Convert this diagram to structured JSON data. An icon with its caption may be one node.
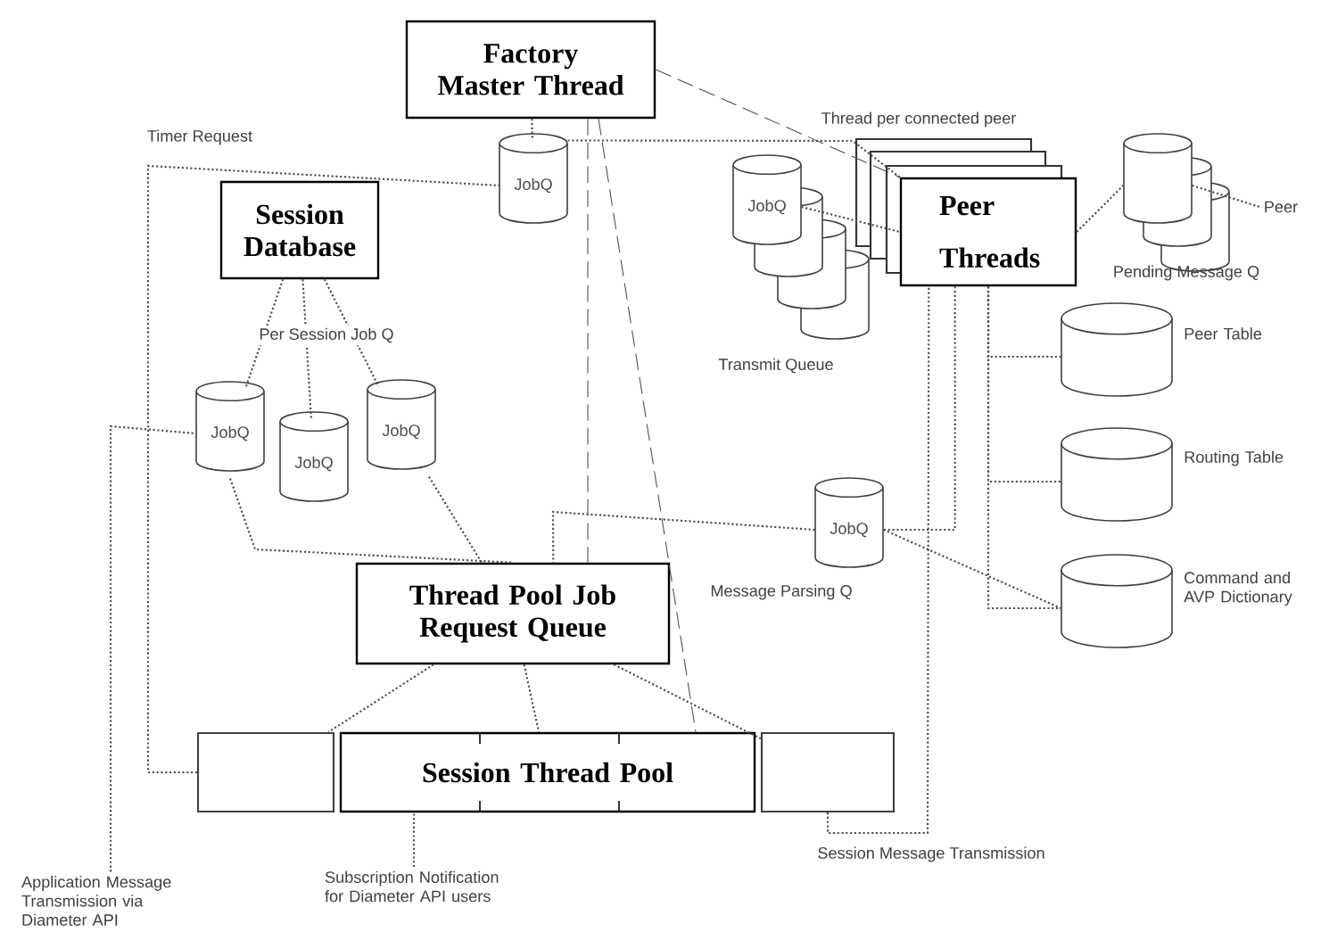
{
  "diagram": {
    "nodes": [
      {
        "text": [
          "Factory Master Thread"
        ]
      },
      {
        "text": [
          "JobQ"
        ]
      },
      {
        "text": [
          "Session Database"
        ]
      },
      {
        "text": [
          "JobQ"
        ]
      },
      {
        "text": [
          "JobQ"
        ]
      },
      {
        "text": [
          "JobQ"
        ]
      },
      {
        "text": [
          "Thread Pool Job Request Queue"
        ]
      },
      {
        "text": [],
        "shape": "box"
      },
      {
        "text": [
          "Session Thread Pool"
        ]
      },
      {
        "text": [],
        "shape": "box"
      },
      {
        "text": [
          "JobQ"
        ],
        "beside": [
          "Transmit Queue"
        ]
      },
      {
        "text": [
          "Peer Threads"
        ],
        "beside": [
          "Thread per connected peer"
        ]
      },
      {
        "text": [],
        "shape": "cylinder",
        "beside": [
          "Pending Message Q"
        ]
      },
      {
        "text": [
          "Peer"
        ]
      },
      {
        "text": [],
        "shape": "cylinder",
        "beside": [
          "Peer Table"
        ]
      },
      {
        "text": [],
        "shape": "cylinder",
        "beside": [
          "Routing Table"
        ]
      },
      {
        "text": [],
        "shape": "cylinder",
        "beside": [
          "Command and AVP Dictionary"
        ]
      },
      {
        "text": [
          "JobQ"
        ],
        "beside": [
          "Message Parsing Q"
        ]
      },
      {
        "text": [
          "Application Message Transmission via Diameter API"
        ]
      },
      {
        "text": [
          "Subscription Notification for Diameter API users"
        ]
      }
    ],
    "edges": [
      {
        "from": 0,
        "to": 1,
        "arrow": "none"
      },
      {
        "from": 0,
        "to": 11,
        "arrow": "none",
        "style": "dashed"
      },
      {
        "from": 0,
        "to": 6,
        "arrow": "none",
        "style": "dashed"
      },
      {
        "from": 0,
        "to": 8,
        "arrow": "none",
        "style": "dashed"
      },
      {
        "from": 1,
        "to": 11,
        "arrow": "none"
      },
      {
        "from": 7,
        "to": 1,
        "arrow": "none",
        "label": "Timer Request"
      },
      {
        "from": 2,
        "to": 3,
        "arrow": "none"
      },
      {
        "from": 2,
        "to": 4,
        "arrow": "none"
      },
      {
        "from": 2,
        "to": 5,
        "arrow": "none"
      },
      {
        "from": 3,
        "to": 6,
        "arrow": "none"
      },
      {
        "from": 5,
        "to": 6,
        "arrow": "none"
      },
      {
        "from": 6,
        "to": 7,
        "arrow": "none"
      },
      {
        "from": 6,
        "to": 8,
        "arrow": "none"
      },
      {
        "from": 6,
        "to": 9,
        "arrow": "none"
      },
      {
        "from": 10,
        "to": 11,
        "arrow": "none"
      },
      {
        "from": 11,
        "to": 12,
        "arrow": "none"
      },
      {
        "from": 12,
        "to": 13,
        "arrow": "none"
      },
      {
        "from": 11,
        "to": 14,
        "arrow": "none"
      },
      {
        "from": 11,
        "to": 15,
        "arrow": "none"
      },
      {
        "from": 11,
        "to": 16,
        "arrow": "none"
      },
      {
        "from": 17,
        "to": 16,
        "arrow": "none"
      },
      {
        "from": 17,
        "to": 6,
        "arrow": "none"
      },
      {
        "from": 11,
        "to": 17,
        "arrow": "none"
      },
      {
        "from": 9,
        "to": 11,
        "arrow": "none",
        "label": "Session Message Transmission"
      },
      {
        "from": 18,
        "to": 3,
        "arrow": "none"
      },
      {
        "from": 19,
        "to": 8,
        "arrow": "none"
      }
    ],
    "labels": [
      "Per Session Job Q"
    ]
  }
}
